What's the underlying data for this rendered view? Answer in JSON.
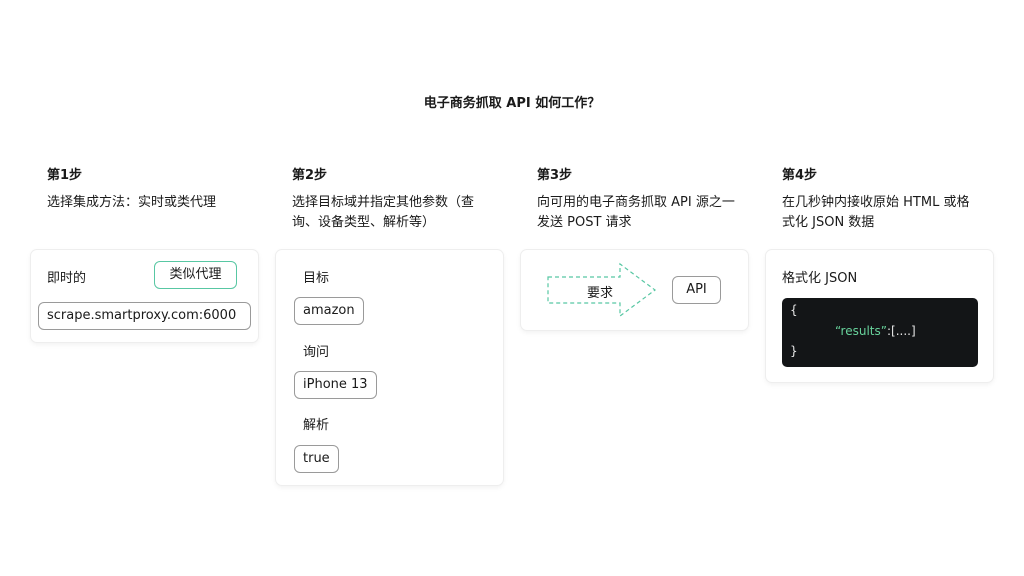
{
  "title": "电子商务抓取 API 如何工作？",
  "steps": [
    {
      "label": "第1步",
      "desc": "选择集成方法：实时或类代理"
    },
    {
      "label": "第2步",
      "desc": "选择目标域并指定其他参数（查询、设备类型、解析等）"
    },
    {
      "label": "第3步",
      "desc": "向可用的电子商务抓取 API 源之一发送 POST 请求"
    },
    {
      "label": "第4步",
      "desc": "在几秒钟内接收原始 HTML 或格式化 JSON 数据"
    }
  ],
  "card1": {
    "realtime_label": "即时的",
    "proxy_label": "类似代理",
    "endpoint": "scrape.smartproxy.com:6000"
  },
  "card2": {
    "target_label": "目标",
    "target_value": "amazon",
    "query_label": "询问",
    "query_value": "iPhone 13",
    "parse_label": "解析",
    "parse_value": "true"
  },
  "card3": {
    "request_label": "要求",
    "api_label": "API"
  },
  "card4": {
    "format_label": "格式化 JSON",
    "code_open": "{",
    "code_key": "“results”",
    "code_value": ":[....]",
    "code_close": "}"
  },
  "colors": {
    "accent": "#58c7a3",
    "code_bg": "#131517",
    "code_key": "#68d39c"
  }
}
